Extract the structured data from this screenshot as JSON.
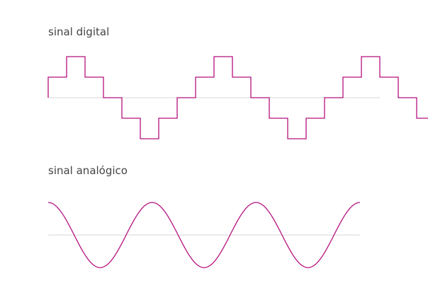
{
  "labels": {
    "digital": "sinal digital",
    "analog": "sinal analógico"
  },
  "colors": {
    "signal": "#b5117e",
    "axis": "#d4d4d4",
    "text": "#444444"
  },
  "digital_signal": {
    "cycles": 3,
    "levels_per_cycle": [
      0,
      1,
      2,
      1,
      0,
      -1,
      -2,
      -1,
      0
    ]
  },
  "analog_signal": {
    "type": "cosine",
    "cycles": 3
  }
}
